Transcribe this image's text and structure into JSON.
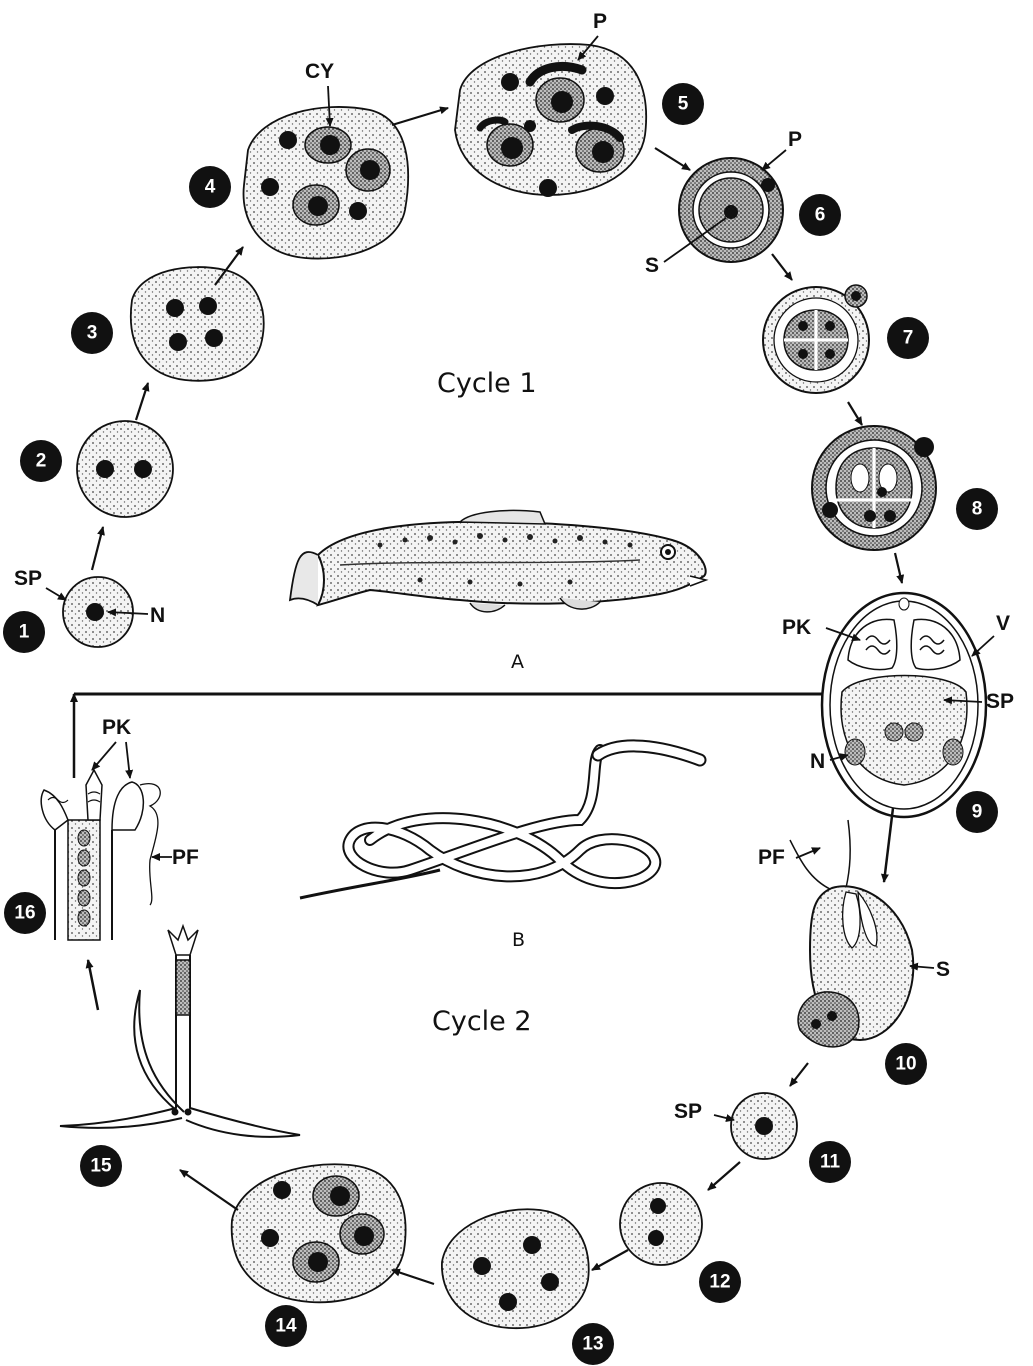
{
  "cycles": {
    "cycle1": "Cycle 1",
    "cycle2": "Cycle 2"
  },
  "hosts": {
    "a": "A",
    "b": "B"
  },
  "stages": [
    "1",
    "2",
    "3",
    "4",
    "5",
    "6",
    "7",
    "8",
    "9",
    "10",
    "11",
    "12",
    "13",
    "14",
    "15",
    "16"
  ],
  "labels": {
    "sp": "SP",
    "n": "N",
    "cy": "CY",
    "p": "P",
    "s": "S",
    "pk": "PK",
    "v": "V",
    "pf": "PF"
  }
}
